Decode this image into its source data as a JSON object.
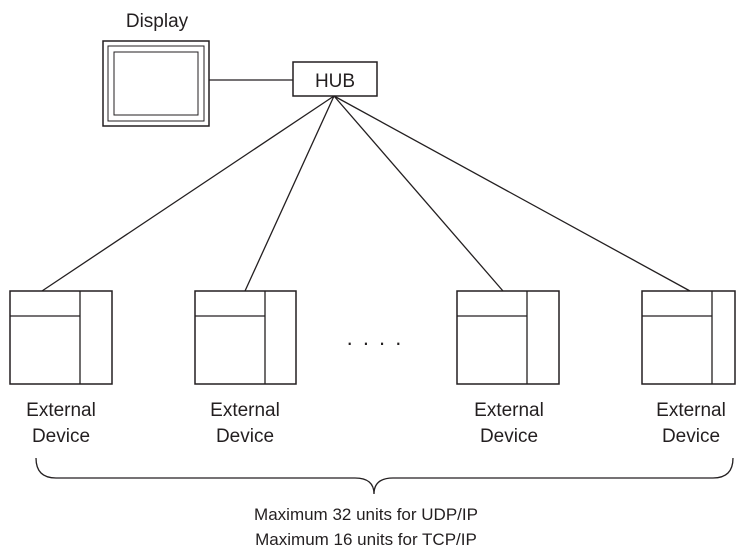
{
  "display": {
    "label": "Display"
  },
  "hub": {
    "label": "HUB"
  },
  "devices": [
    {
      "line1": "External",
      "line2": "Device"
    },
    {
      "line1": "External",
      "line2": "Device"
    },
    {
      "line1": "External",
      "line2": "Device"
    },
    {
      "line1": "External",
      "line2": "Device"
    }
  ],
  "ellipsis": ". . . .",
  "notes": {
    "line1": "Maximum 32 units for UDP/IP",
    "line2": "Maximum 16 units for TCP/IP"
  }
}
